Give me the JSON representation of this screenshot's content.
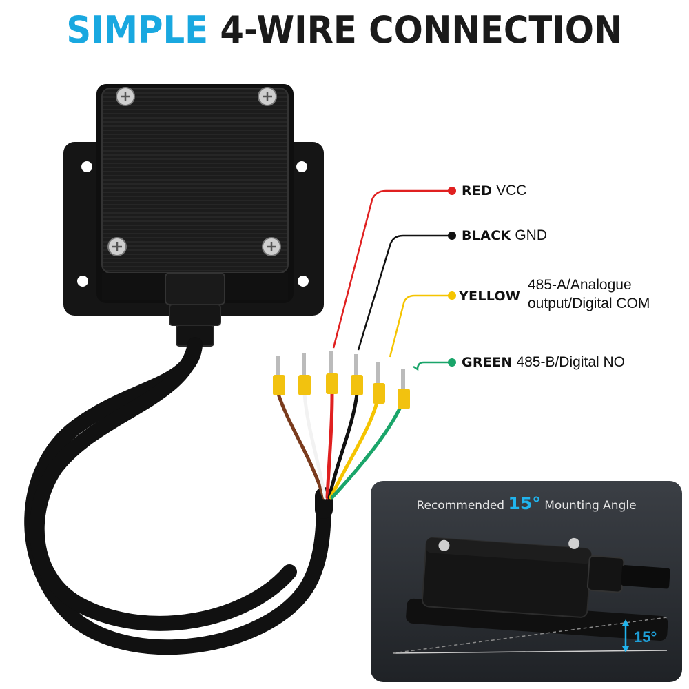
{
  "title": {
    "part1": "SIMPLE",
    "part2": "4-WIRE CONNECTION"
  },
  "wires": [
    {
      "color_name": "RED",
      "desc": "VCC",
      "color": "#e02020"
    },
    {
      "color_name": "BLACK",
      "desc": "GND",
      "color": "#111111"
    },
    {
      "color_name": "YELLOW",
      "desc_line1": "485-A/Analogue",
      "desc_line2": "output/Digital COM",
      "color": "#f5c400"
    },
    {
      "color_name": "GREEN",
      "desc": "485-B/Digital NO",
      "color": "#1aa56a"
    }
  ],
  "extra_wire_colors": {
    "brown": "#7a3b1d",
    "white": "#f2f2f2"
  },
  "panel": {
    "prefix": "Recommended",
    "angle_highlight": "15°",
    "suffix": "Mounting Angle",
    "angle_label": "15°",
    "accent": "#20b4ee",
    "background": "#2b2e33"
  }
}
